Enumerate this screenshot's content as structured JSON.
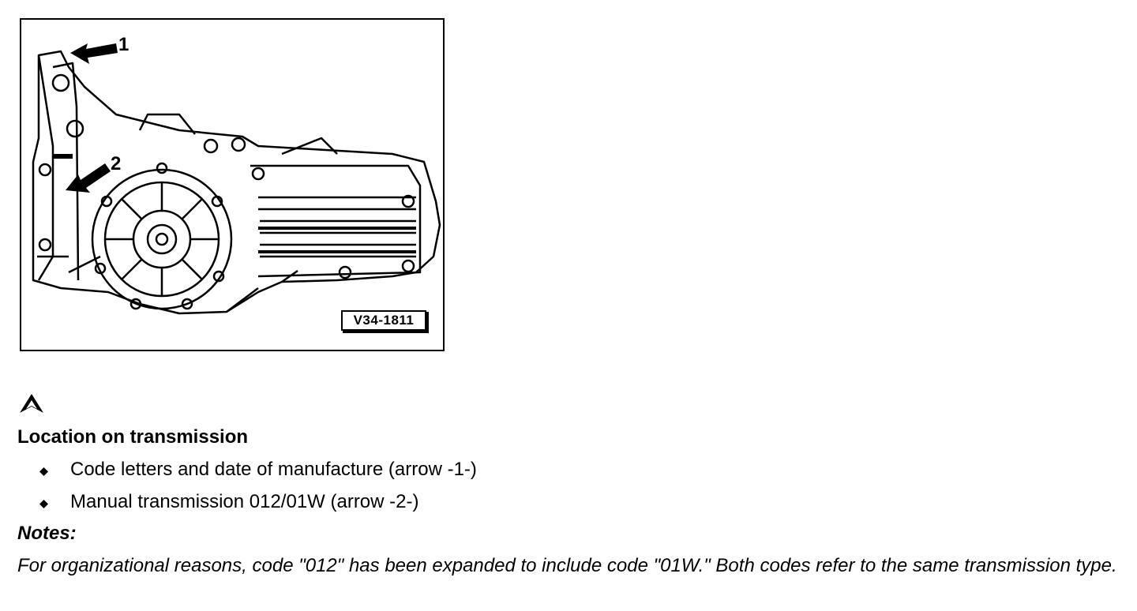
{
  "figure": {
    "callout_1": "1",
    "callout_2": "2",
    "figure_id": "V34-1811",
    "image_subject": "transmission-drawing"
  },
  "marker_icon": "a-mark-icon",
  "section": {
    "heading": "Location on transmission",
    "bullets": [
      "Code letters and date of manufacture (arrow -1-)",
      "Manual transmission 012/01W (arrow -2-)"
    ],
    "bullet_icon": "diamond-bullet-icon"
  },
  "notes": {
    "heading": "Notes:",
    "body": "For organizational reasons, code \"012\" has been expanded to include code \"01W.\" Both codes refer to the same transmission type."
  }
}
